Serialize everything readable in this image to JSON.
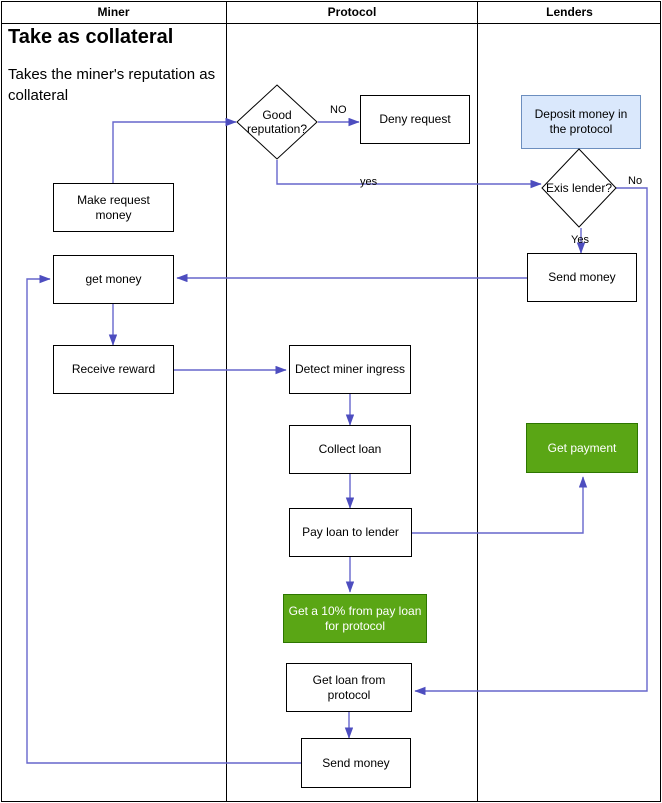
{
  "diagram": {
    "title_headline": "Take as collateral",
    "title_sub": "Takes the miner's reputation as collateral",
    "lanes": [
      {
        "label": "Miner"
      },
      {
        "label": "Protocol"
      },
      {
        "label": "Lenders"
      }
    ],
    "nodes": {
      "make_request_money": "Make request money",
      "get_money": "get money",
      "receive_reward": "Receive reward",
      "miner_send_money": "Send money",
      "good_reputation": "Good reputation?",
      "deny_request": "Deny request",
      "detect_miner_ingress": "Detect miner ingress",
      "collect_loan": "Collect loan",
      "pay_loan_to_lender": "Pay loan to lender",
      "get_ten_percent": "Get a 10% from pay loan for protocol",
      "get_loan_from_protocol": "Get loan from protocol",
      "protocol_send_money": "Send money",
      "deposit_money": "Deposit money in the protocol",
      "exis_lender": "Exis lender?",
      "lender_send_money": "Send money",
      "get_payment": "Get payment"
    },
    "edge_labels": {
      "no_upper": "NO",
      "yes_lower": "yes",
      "exis_no": "No",
      "exis_yes": "Yes"
    },
    "colors": {
      "edge": "#6666cc",
      "node_border": "#000000",
      "blue_fill": "#dae8fc",
      "blue_border": "#6c8ebf",
      "green_fill": "#5aa615",
      "green_border": "#2d7600",
      "lane_border": "#000000"
    }
  }
}
